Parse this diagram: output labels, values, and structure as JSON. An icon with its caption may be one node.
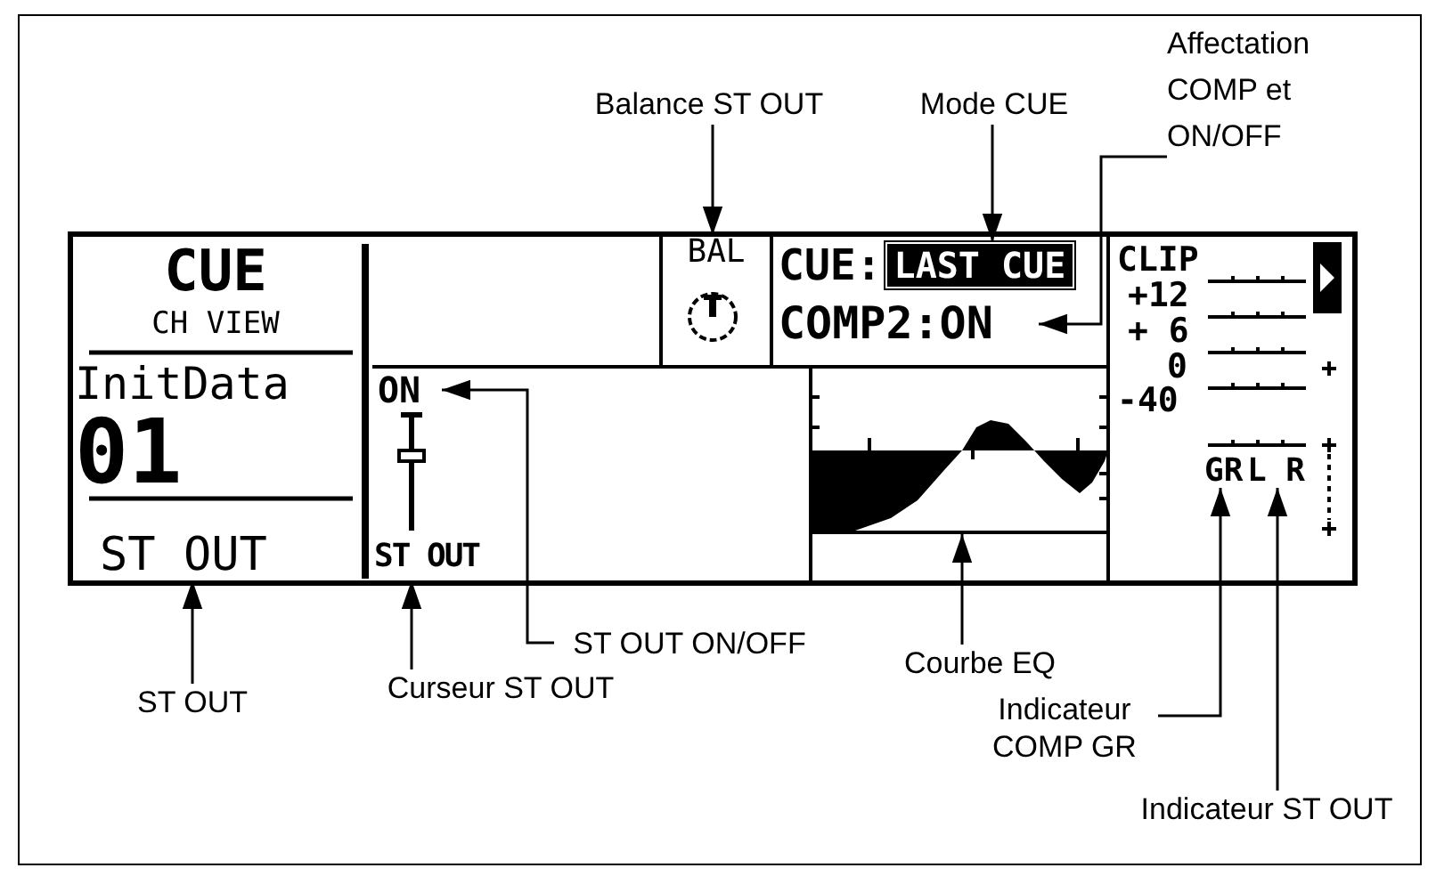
{
  "diagram": {
    "nodes": [
      {
        "text": [],
        "shape": "box"
      },
      {
        "text": [
          "CUE",
          "CH VIEW"
        ],
        "in": 0
      },
      {
        "text": [
          "InitData",
          "01"
        ],
        "in": 0
      },
      {
        "text": [
          "ST OUT"
        ],
        "in": 0
      },
      {
        "text": [
          "ON"
        ],
        "in": 0
      },
      {
        "text": [
          "ST OUT"
        ],
        "in": 0
      },
      {
        "text": [
          "BAL"
        ],
        "in": 0
      },
      {
        "text": [
          "CUE:",
          "LAST CUE"
        ],
        "in": 0
      },
      {
        "text": [
          "COMP2:ON"
        ],
        "in": 0
      },
      {
        "text": [],
        "shape": "picture",
        "in": 0
      },
      {
        "text": [
          "GR"
        ],
        "in": 0
      },
      {
        "text": [
          "L R"
        ],
        "in": 0
      },
      {
        "text": [
          "Balance ST OUT"
        ]
      },
      {
        "text": [
          "Mode CUE"
        ]
      },
      {
        "text": [
          "Affectation COMP et ON/OFF"
        ]
      },
      {
        "text": [
          "ST OUT"
        ]
      },
      {
        "text": [
          "Curseur ST OUT"
        ]
      },
      {
        "text": [
          "ST OUT ON/OFF"
        ]
      },
      {
        "text": [
          "Courbe EQ"
        ]
      },
      {
        "text": [
          "Indicateur COMP GR"
        ]
      },
      {
        "text": [
          "Indicateur ST OUT"
        ]
      }
    ],
    "edges": [
      {
        "from": 12,
        "to": 6,
        "arrow": "to"
      },
      {
        "from": 13,
        "to": 7,
        "arrow": "to"
      },
      {
        "from": 14,
        "to": 8,
        "arrow": "to"
      },
      {
        "from": 15,
        "to": 3,
        "arrow": "to"
      },
      {
        "from": 16,
        "to": 5,
        "arrow": "to"
      },
      {
        "from": 17,
        "to": 4,
        "arrow": "to"
      },
      {
        "from": 18,
        "to": 9,
        "arrow": "to"
      },
      {
        "from": 19,
        "to": 10,
        "arrow": "to"
      },
      {
        "from": 20,
        "to": 11,
        "arrow": "to"
      }
    ],
    "labels": [
      "CLIP",
      "+12",
      "+ 6",
      "0",
      "-40"
    ]
  }
}
